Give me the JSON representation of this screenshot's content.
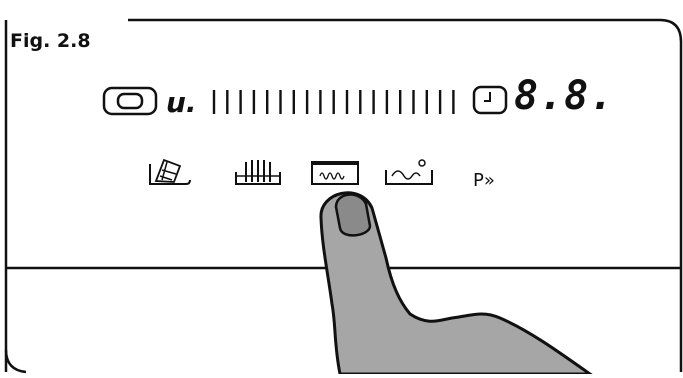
{
  "figure": {
    "label": "Fig. 2.8"
  },
  "display": {
    "delay_indicator": "u.",
    "digits": "8.8."
  },
  "program_buttons": {
    "p_label": "P»"
  },
  "icons": [
    "lcd-frame-icon",
    "power-button-icon",
    "level-bar-icon",
    "timer-icon",
    "dishes-in-basket-icon",
    "glasses-rack-icon",
    "warm-wash-basin-icon",
    "soak-basin-icon",
    "pointing-finger-icon"
  ],
  "colors": {
    "line": "#111111",
    "finger_fill": "#a6a6a6",
    "nail_fill": "#8a8a8a",
    "background": "#ffffff"
  }
}
